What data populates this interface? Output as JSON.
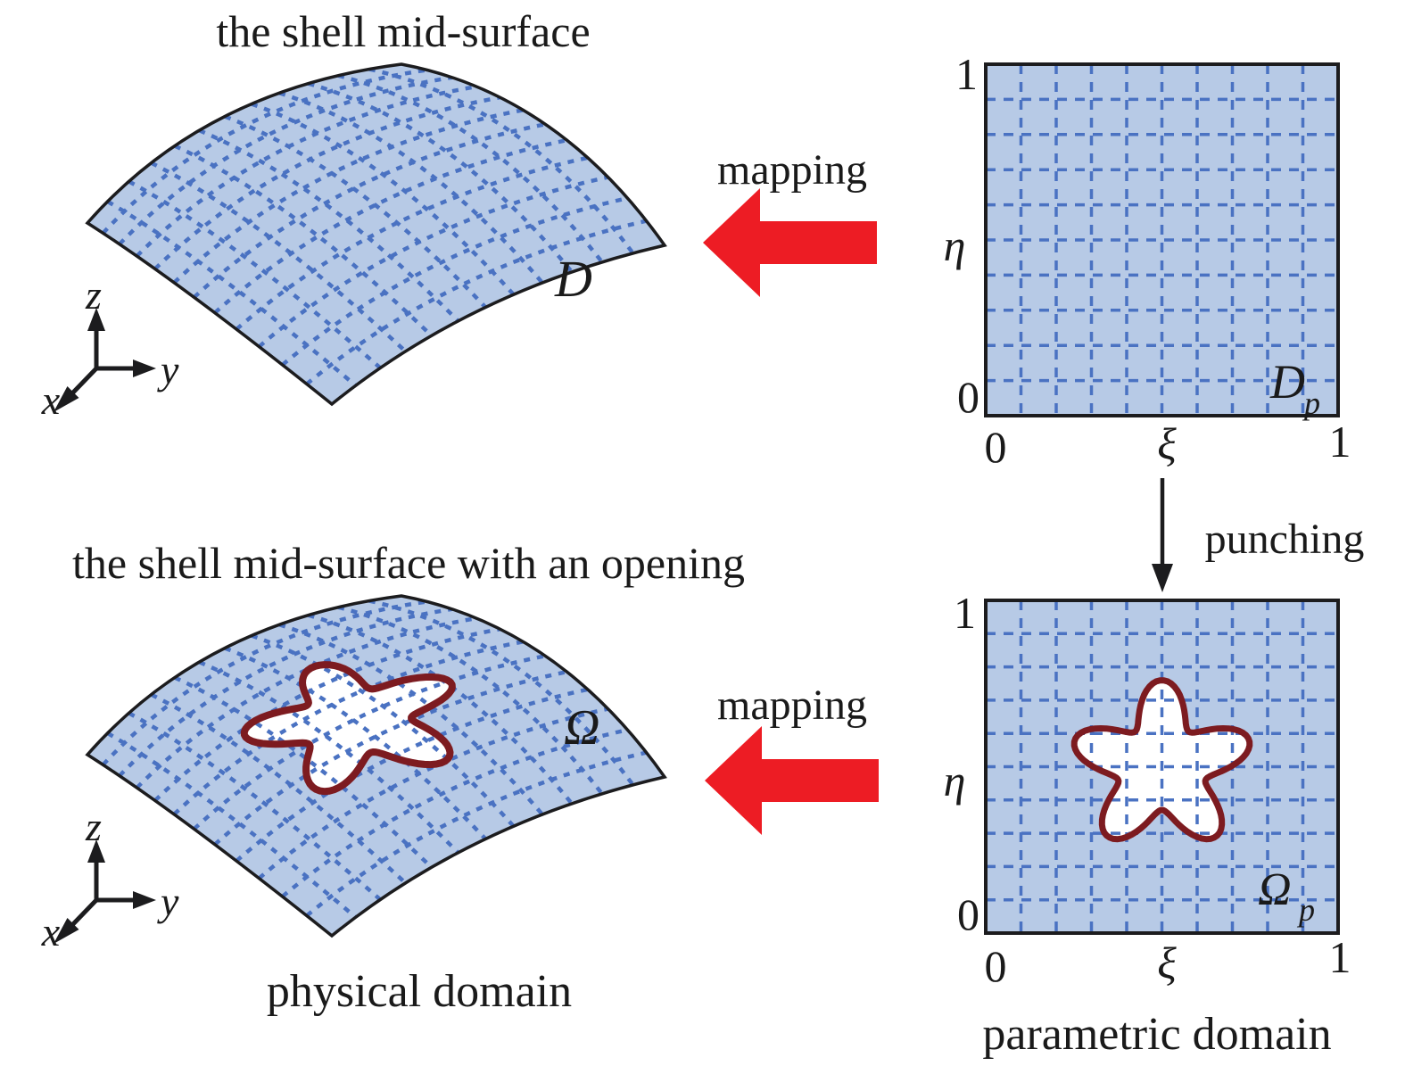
{
  "figure": {
    "top_left": {
      "title": "the shell mid-surface",
      "domain_label": "D",
      "axis_x": "x",
      "axis_y": "y",
      "axis_z": "z"
    },
    "top_right": {
      "tick_eta_1": "1",
      "tick_eta_0": "0",
      "tick_xi_0": "0",
      "tick_xi_1": "1",
      "eta_label": "η",
      "xi_label": "ξ",
      "domain_label": "D",
      "domain_sub": "p"
    },
    "bottom_left": {
      "title": "the shell mid-surface with an opening",
      "domain_label": "Ω",
      "caption": "physical domain",
      "axis_x": "x",
      "axis_y": "y",
      "axis_z": "z"
    },
    "bottom_right": {
      "tick_eta_1": "1",
      "tick_eta_0": "0",
      "tick_xi_0": "0",
      "tick_xi_1": "1",
      "eta_label": "η",
      "xi_label": "ξ",
      "domain_label": "Ω",
      "domain_sub": "p",
      "caption": "parametric domain"
    },
    "arrows": {
      "mapping_top": "mapping",
      "mapping_bottom": "mapping",
      "punching": "punching"
    }
  },
  "colors": {
    "surface_fill": "#b7cae6",
    "grid_line": "#4a72c2",
    "outline": "#1c1c1e",
    "arrow_red": "#ed1c24",
    "star_outline": "#7d1b20",
    "text": "#1a1a1a"
  }
}
